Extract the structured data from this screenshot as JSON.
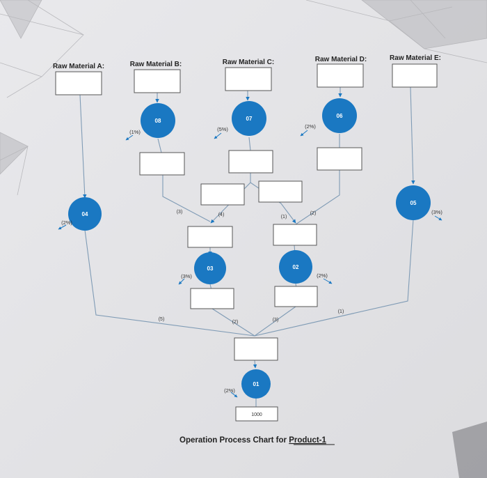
{
  "title": {
    "prefix": "Operation Process Chart for ",
    "product": "Product-1"
  },
  "raw_materials": [
    {
      "key": "A",
      "label": "Raw Material A:"
    },
    {
      "key": "B",
      "label": "Raw Material B:"
    },
    {
      "key": "C",
      "label": "Raw Material C:"
    },
    {
      "key": "D",
      "label": "Raw Material D:"
    },
    {
      "key": "E",
      "label": "Raw Material E:"
    }
  ],
  "operations": [
    {
      "key": "O8",
      "label": "08",
      "scrap": "(1%)"
    },
    {
      "key": "O7",
      "label": "07",
      "scrap": "(5%)"
    },
    {
      "key": "O6",
      "label": "06",
      "scrap": "(2%)"
    },
    {
      "key": "O4",
      "label": "04",
      "scrap": "(2%)"
    },
    {
      "key": "O5",
      "label": "05",
      "scrap": "(3%)"
    },
    {
      "key": "O3",
      "label": "03",
      "scrap": "(3%)"
    },
    {
      "key": "O2",
      "label": "02",
      "scrap": "(2%)"
    },
    {
      "key": "O1",
      "label": "01",
      "scrap": "(2%)"
    }
  ],
  "assembly_counts": {
    "b_to_o3": "(3)",
    "c_to_o3": "(4)",
    "c_to_o2": "(1)",
    "d_to_o2": "(2)",
    "a_to_o1": "(5)",
    "o3_to_o1": "(2)",
    "o2_to_o1": "(3)",
    "e_to_o1": "(1)"
  },
  "final_output": "1000",
  "colors": {
    "operation_fill": "#1a78c2",
    "line": "#7f9bb5",
    "box_fill": "#ffffff",
    "box_stroke": "#555555"
  }
}
